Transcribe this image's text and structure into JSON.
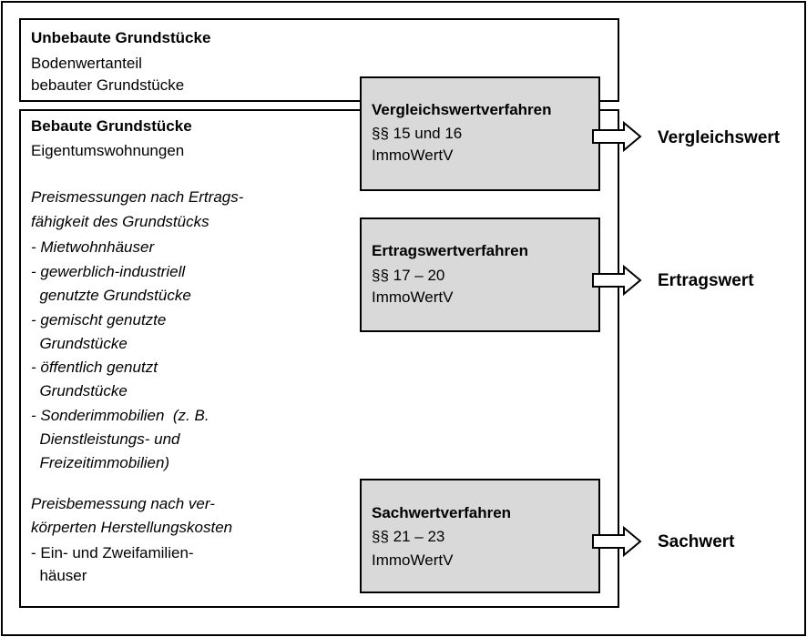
{
  "unbebaute": {
    "title": "Unbebaute Grundstücke",
    "line1": "Bodenwertanteil",
    "line2": "bebauter Grundstücke"
  },
  "bebaute": {
    "title": "Bebaute Grundstücke",
    "subtitle": "Eigentumswohnungen",
    "ertrag_intro_1": "Preismessungen nach Ertrags-",
    "ertrag_intro_2": "fähigkeit des Grundstücks",
    "items": [
      "- Mietwohnhäuser",
      "- gewerblich-industriell",
      "  genutzte Grundstücke",
      "- gemischt genutzte",
      "  Grundstücke",
      "- öffentlich genutzt",
      "  Grundstücke",
      "- Sonderimmobilien  (z. B.",
      "  Dienstleistungs- und",
      "  Freizeitimmobilien)"
    ],
    "sach_intro_1": "Preisbemessung nach ver-",
    "sach_intro_2": "körperten Herstellungskosten",
    "sach_item_1": "- Ein- und Zweifamilien-",
    "sach_item_2": "  häuser"
  },
  "verfahren": [
    {
      "title": "Vergleichswertverfahren",
      "para": "§§ 15 und 16",
      "law": "ImmoWertV",
      "result": "Vergleichswert"
    },
    {
      "title": "Ertragswertverfahren",
      "para": "§§ 17 – 20",
      "law": "ImmoWertV",
      "result": "Ertragswert"
    },
    {
      "title": "Sachwertverfahren",
      "para": "§§ 21 – 23",
      "law": "ImmoWertV",
      "result": "Sachwert"
    }
  ],
  "colors": {
    "method_box_fill": "#d9d9d9",
    "border": "#000000"
  }
}
